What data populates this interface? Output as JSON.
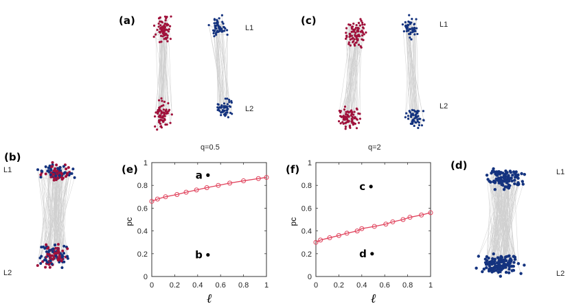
{
  "panels": {
    "a": {
      "label": "(a)",
      "layer1": "L1",
      "layer2": "L2"
    },
    "b": {
      "label": "(b)",
      "layer1": "L1",
      "layer2": "L2"
    },
    "c": {
      "label": "(c)",
      "layer1": "L1",
      "layer2": "L2"
    },
    "d": {
      "label": "(d)",
      "layer1": "L1",
      "layer2": "L2"
    },
    "e": {
      "label": "(e)",
      "title": "q=0.5"
    },
    "f": {
      "label": "(f)",
      "title": "q=2"
    }
  },
  "colors": {
    "red_nodes": "#a0103a",
    "blue_nodes": "#14337f",
    "curve": "#e0405a",
    "edges": "#d0d0d0"
  },
  "chart_data": [
    {
      "type": "line",
      "panel": "(e)",
      "title": "q=0.5",
      "xlabel": "ℓ",
      "ylabel": "pc",
      "xlim": [
        0,
        1
      ],
      "ylim": [
        0,
        1
      ],
      "xticks": [
        "0",
        "0.2",
        "0.4",
        "0.6",
        "0.8",
        "1"
      ],
      "yticks": [
        "0",
        "0.2",
        "0.4",
        "0.6",
        "0.8",
        "1"
      ],
      "series": [
        {
          "name": "pc(ℓ)",
          "x": [
            0,
            0.05,
            0.12,
            0.22,
            0.3,
            0.39,
            0.48,
            0.58,
            0.68,
            0.8,
            0.93,
            1.0
          ],
          "values": [
            0.66,
            0.68,
            0.7,
            0.72,
            0.74,
            0.76,
            0.78,
            0.8,
            0.82,
            0.84,
            0.86,
            0.87
          ]
        }
      ],
      "annotations": [
        {
          "text": "a",
          "x": 0.49,
          "y": 0.89
        },
        {
          "text": "b",
          "x": 0.49,
          "y": 0.19
        }
      ]
    },
    {
      "type": "line",
      "panel": "(f)",
      "title": "q=2",
      "xlabel": "ℓ",
      "ylabel": "pc",
      "xlim": [
        0,
        1
      ],
      "ylim": [
        0,
        1
      ],
      "xticks": [
        "0",
        "0.2",
        "0.4",
        "0.6",
        "0.8",
        "1"
      ],
      "yticks": [
        "0",
        "0.2",
        "0.4",
        "0.6",
        "0.8",
        "1"
      ],
      "series": [
        {
          "name": "pc(ℓ)",
          "x": [
            0,
            0.04,
            0.12,
            0.2,
            0.27,
            0.36,
            0.4,
            0.51,
            0.61,
            0.67,
            0.76,
            0.82,
            0.92,
            1.0
          ],
          "values": [
            0.3,
            0.32,
            0.34,
            0.36,
            0.38,
            0.4,
            0.42,
            0.44,
            0.46,
            0.48,
            0.5,
            0.52,
            0.54,
            0.56
          ]
        }
      ],
      "annotations": [
        {
          "text": "c",
          "x": 0.48,
          "y": 0.79
        },
        {
          "text": "d",
          "x": 0.49,
          "y": 0.2
        }
      ]
    }
  ]
}
